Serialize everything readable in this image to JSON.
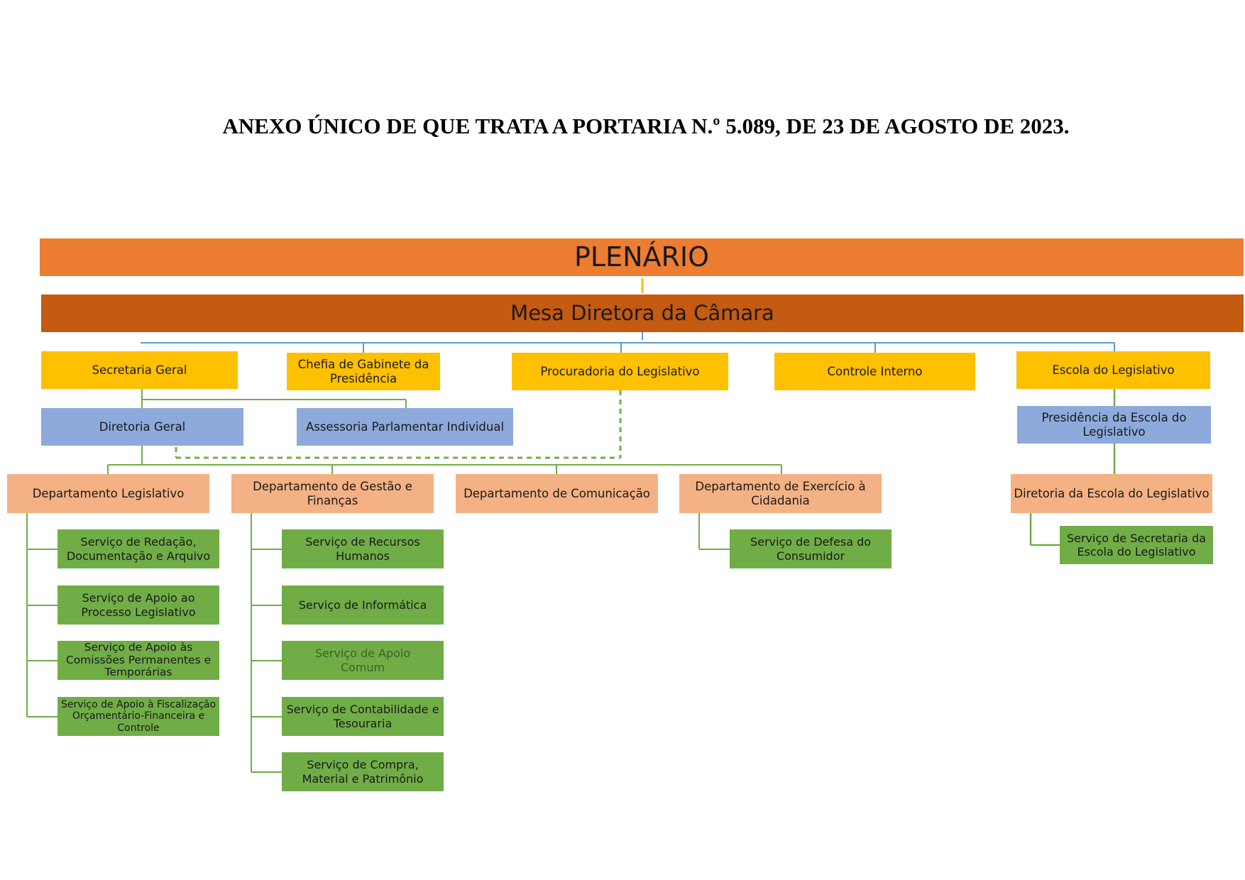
{
  "title": "ANEXO ÚNICO DE QUE TRATA A PORTARIA N.º 5.089, DE 23 DE AGOSTO DE 2023.",
  "colors": {
    "plenario": "#ED7D31",
    "mesa": "#C55A11",
    "yellow": "#FFC000",
    "blue": "#8EA9DB",
    "peach": "#F4B183",
    "green": "#70AD47",
    "line_blue": "#5B9BD5",
    "line_green": "#70AD47"
  },
  "nodes": {
    "plenario": "PLENÁRIO",
    "mesa": "Mesa Diretora da Câmara",
    "secretaria_geral": "Secretaria Geral",
    "chefia_gabinete": "Chefia de Gabinete da Presidência",
    "procuradoria": "Procuradoria do Legislativo",
    "controle_interno": "Controle Interno",
    "escola": "Escola do Legislativo",
    "diretoria_geral": "Diretoria Geral",
    "assessoria": "Assessoria Parlamentar Individual",
    "presidencia_escola": "Presidência da Escola do Legislativo",
    "dep_legislativo": "Departamento Legislativo",
    "dep_gestao": "Departamento de Gestão e Finanças",
    "dep_comunicacao": "Departamento de Comunicação",
    "dep_cidadania": "Departamento de Exercício à Cidadania",
    "diretoria_escola": "Diretoria da Escola do Legislativo",
    "srv_redacao": "Serviço de Redação, Documentação e Arquivo",
    "srv_apoio_processo": "Serviço de Apoio ao Processo Legislativo",
    "srv_comissoes": "Serviço de Apoio às Comissões Permanentes e Temporárias",
    "srv_fiscalizacao": "Serviço de Apoio à Fiscalização Orçamentário-Financeira e Controle",
    "srv_rh": "Serviço de Recursos Humanos",
    "srv_informatica": "Serviço de Informática",
    "srv_apoio_comum": "Serviço de Apoio Comum",
    "srv_contabilidade": "Serviço de Contabilidade e Tesouraria",
    "srv_compra": "Serviço de Compra, Material e Patrimônio",
    "srv_consumidor": "Serviço de Defesa do Consumidor",
    "srv_secretaria_escola": "Serviço de Secretaria da Escola do Legislativo"
  }
}
